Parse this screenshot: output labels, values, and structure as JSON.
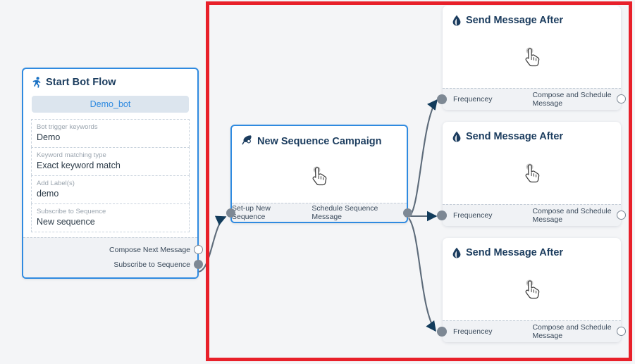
{
  "canvas": {
    "background_color": "#f4f5f7",
    "highlight_border_color": "#e8202a"
  },
  "start_node": {
    "icon": "running-person-icon",
    "title": "Start Bot Flow",
    "bot_pill": "Demo_bot",
    "accent_color": "#2f8ae0",
    "fields": [
      {
        "label": "Bot trigger keywords",
        "value": "Demo"
      },
      {
        "label": "Keyword matching type",
        "value": "Exact keyword match"
      },
      {
        "label": "Add Label(s)",
        "value": "demo"
      },
      {
        "label": "Subscribe to Sequence",
        "value": "New sequence"
      }
    ],
    "ports": [
      {
        "label": "Compose Next Message",
        "state": "hollow"
      },
      {
        "label": "Subscribe to Sequence",
        "state": "solid"
      }
    ]
  },
  "sequence_node": {
    "icon": "megaphone-icon",
    "title": "New Sequence Campaign",
    "body_icon": "pointing-hand-cursor-icon",
    "accent_color": "#2f8ae0",
    "input_port": "Set-up New Sequence",
    "output_port": "Schedule Sequence Message"
  },
  "message_cards": [
    {
      "icon": "water-drop-icon",
      "title": "Send Message After",
      "body_icon": "pointing-hand-cursor-icon",
      "input_port": "Frequencey",
      "output_port": "Compose and Schedule Message"
    },
    {
      "icon": "water-drop-icon",
      "title": "Send Message After",
      "body_icon": "pointing-hand-cursor-icon",
      "input_port": "Frequencey",
      "output_port": "Compose and Schedule Message"
    },
    {
      "icon": "water-drop-icon",
      "title": "Send Message After",
      "body_icon": "pointing-hand-cursor-icon",
      "input_port": "Frequencey",
      "output_port": "Compose and Schedule Message"
    }
  ],
  "edges": [
    {
      "from": "start-node.subscribe-to-sequence",
      "to": "sequence-node.set-up-new-sequence"
    },
    {
      "from": "sequence-node.schedule-sequence-message",
      "to": "message-card-1.frequencey"
    },
    {
      "from": "sequence-node.schedule-sequence-message",
      "to": "message-card-2.frequencey"
    },
    {
      "from": "sequence-node.schedule-sequence-message",
      "to": "message-card-3.frequencey"
    }
  ]
}
